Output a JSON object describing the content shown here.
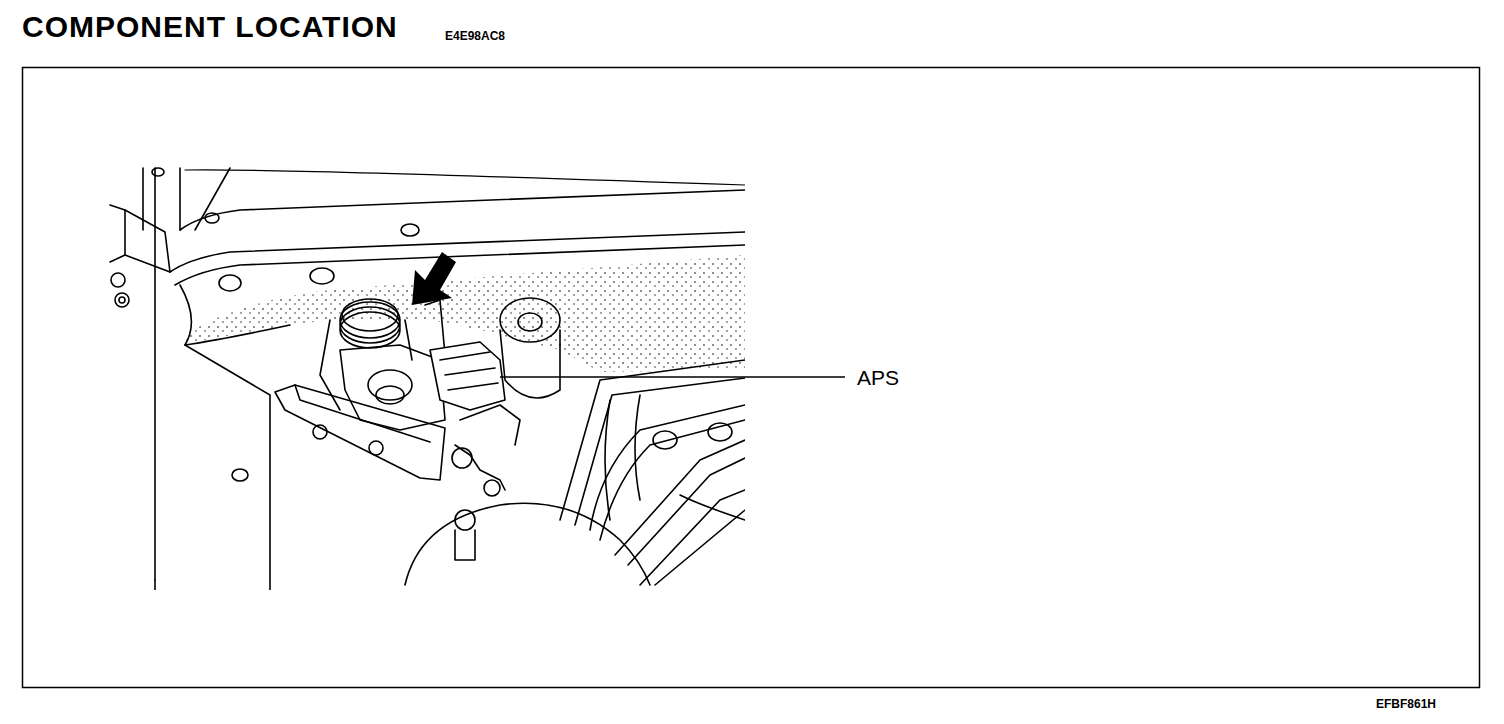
{
  "diagram": {
    "title": "COMPONENT LOCATION",
    "labels": [
      "E4E98AC8",
      "APS",
      "EFBF861H"
    ]
  }
}
